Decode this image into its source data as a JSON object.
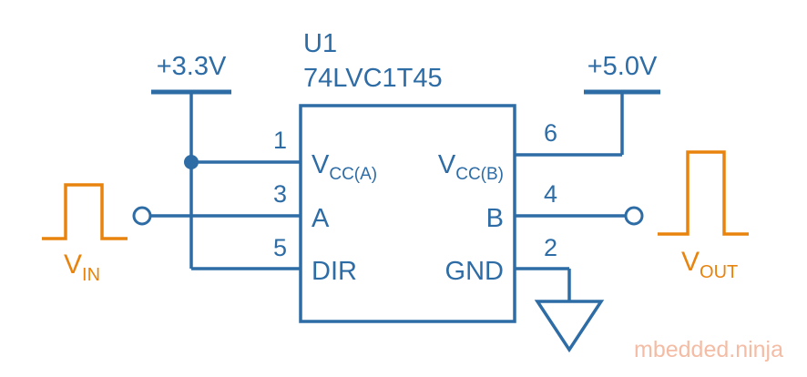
{
  "schematic": {
    "designator": "U1",
    "part_number": "74LVC1T45",
    "rails": {
      "a": "+3.3V",
      "b": "+5.0V"
    },
    "pins": {
      "vcca": {
        "number": "1",
        "main": "V",
        "sub": "CC(A)"
      },
      "a": {
        "number": "3",
        "label": "A"
      },
      "dir": {
        "number": "5",
        "label": "DIR"
      },
      "vccb": {
        "number": "6",
        "main": "V",
        "sub": "CC(B)"
      },
      "b": {
        "number": "4",
        "label": "B"
      },
      "gnd": {
        "number": "2",
        "label": "GND"
      }
    },
    "signals": {
      "in": {
        "main": "V",
        "sub": "IN"
      },
      "out": {
        "main": "V",
        "sub": "OUT"
      }
    },
    "watermark": "mbedded.ninja",
    "colors": {
      "wire": "#2E6CA6",
      "signal": "#E8830D",
      "watermark": "#F4BCA4"
    }
  }
}
